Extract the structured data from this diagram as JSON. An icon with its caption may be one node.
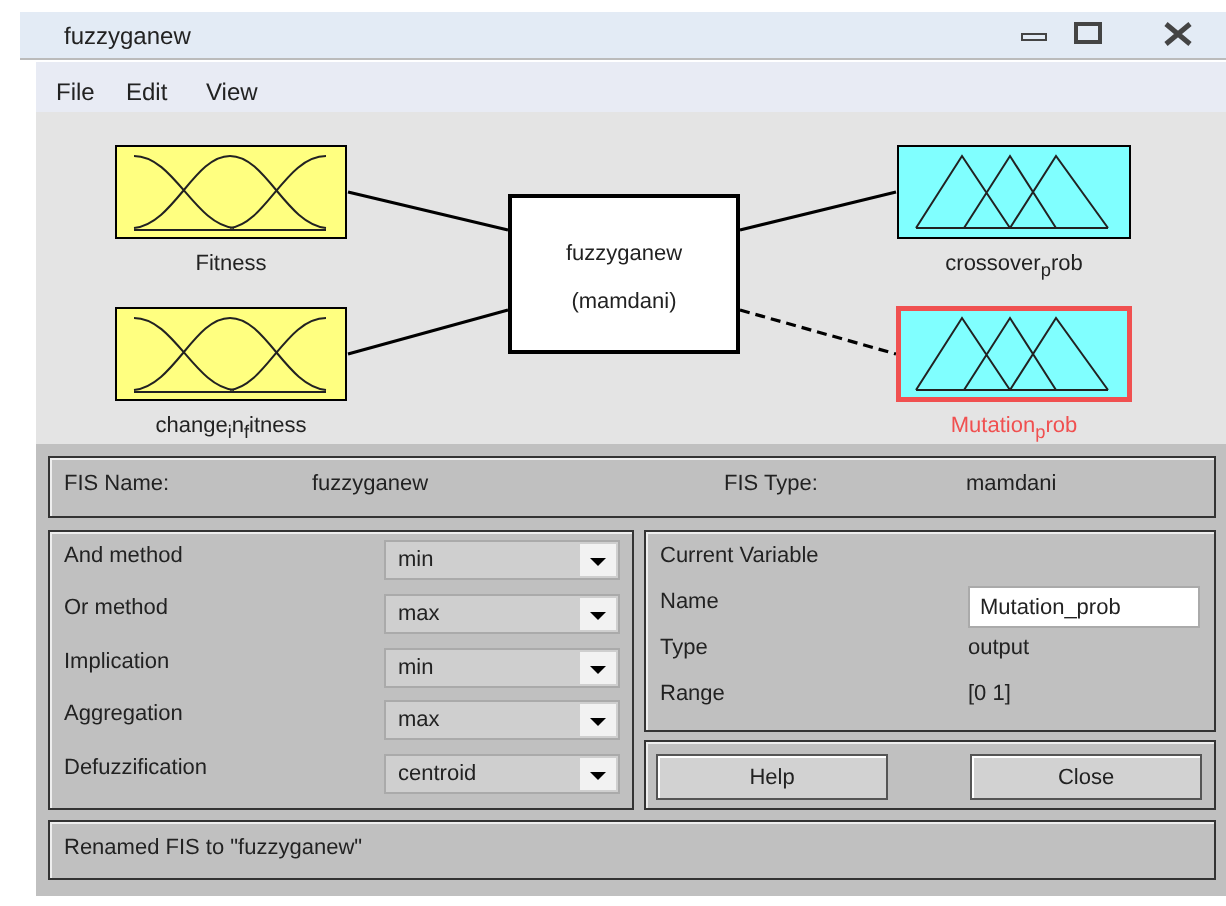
{
  "diagram": {
    "title": "fuzzyganew",
    "nodes": [
      {
        "text": [
          "Fitness"
        ]
      },
      {
        "text": [
          "change$_{i}$n$_{f}$itness"
        ]
      },
      {
        "text": [
          "fuzzyganew",
          "(mamdani)"
        ]
      },
      {
        "text": [
          "crossover$_{p}$rob"
        ]
      },
      {
        "text": [
          "Mutation$_{p}$rob"
        ]
      }
    ],
    "edges": [
      {
        "from": 0,
        "to": 2,
        "arrow": "none"
      },
      {
        "from": 1,
        "to": 2,
        "arrow": "none"
      },
      {
        "from": 2,
        "to": 3,
        "arrow": "none"
      },
      {
        "from": 2,
        "to": 4,
        "arrow": "none",
        "style": "dashed"
      }
    ],
    "labels": [
      "File",
      "Edit",
      "View",
      "FIS Name:",
      "fuzzyganew",
      "FIS Type:",
      "mamdani",
      "And method",
      "min",
      "Or method",
      "max",
      "Implication",
      "min",
      "Aggregation",
      "max",
      "Defuzzification",
      "centroid",
      "Current Variable",
      "Name",
      "Mutation_prob",
      "Type",
      "output",
      "Range",
      "[0 1]",
      "Help",
      "Close",
      "Renamed FIS to \"fuzzyganew\""
    ]
  }
}
